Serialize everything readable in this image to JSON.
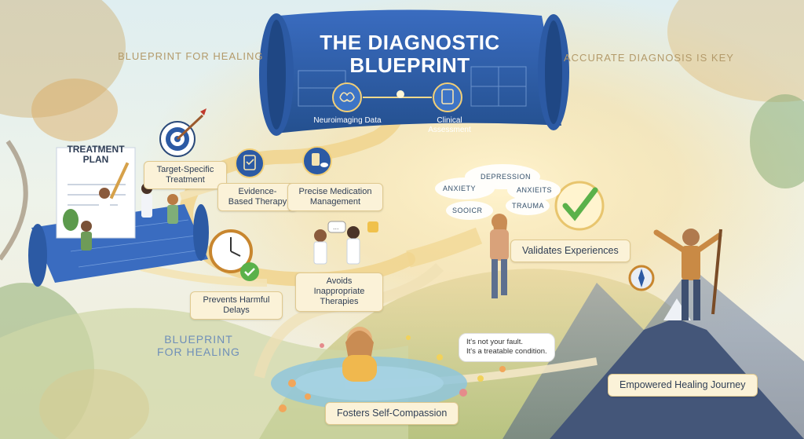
{
  "title": "THE DIAGNOSTIC BLUEPRINT",
  "banners": {
    "left": "BLUEPRINT FOR HEALING",
    "right": "ACCURATE DIAGNOSIS IS KEY",
    "bottom_left": "BLUEPRINT FOR HEALING"
  },
  "scroll": {
    "neuroimaging": "Neuroimaging Data",
    "clinical": "Clinical Assessment"
  },
  "treatment_plan": "TREATMENT PLAN",
  "steps": {
    "target": "Target-Specific Treatment",
    "evidence": "Evidence-Based Therapy",
    "medication": "Precise Medication Management",
    "delays": "Prevents Harmful Delays",
    "avoids": "Avoids Inappropriate Therapies",
    "validates": "Validates Experiences",
    "compassion": "Fosters Self-Compassion",
    "journey": "Empowered Healing Journey"
  },
  "thoughts": [
    "DEPRESSION",
    "ANXIETY",
    "ANXIEITS",
    "SOOICR",
    "TRAUMA"
  ],
  "speech": {
    "line1": "It's not your fault.",
    "line2": "It's a treatable condition."
  },
  "colors": {
    "blueprint": "#2f5fae",
    "label_bg": "#fbf2d8",
    "path": "#f1d590",
    "check": "#5ab14a",
    "sky": "#dfeef0"
  }
}
